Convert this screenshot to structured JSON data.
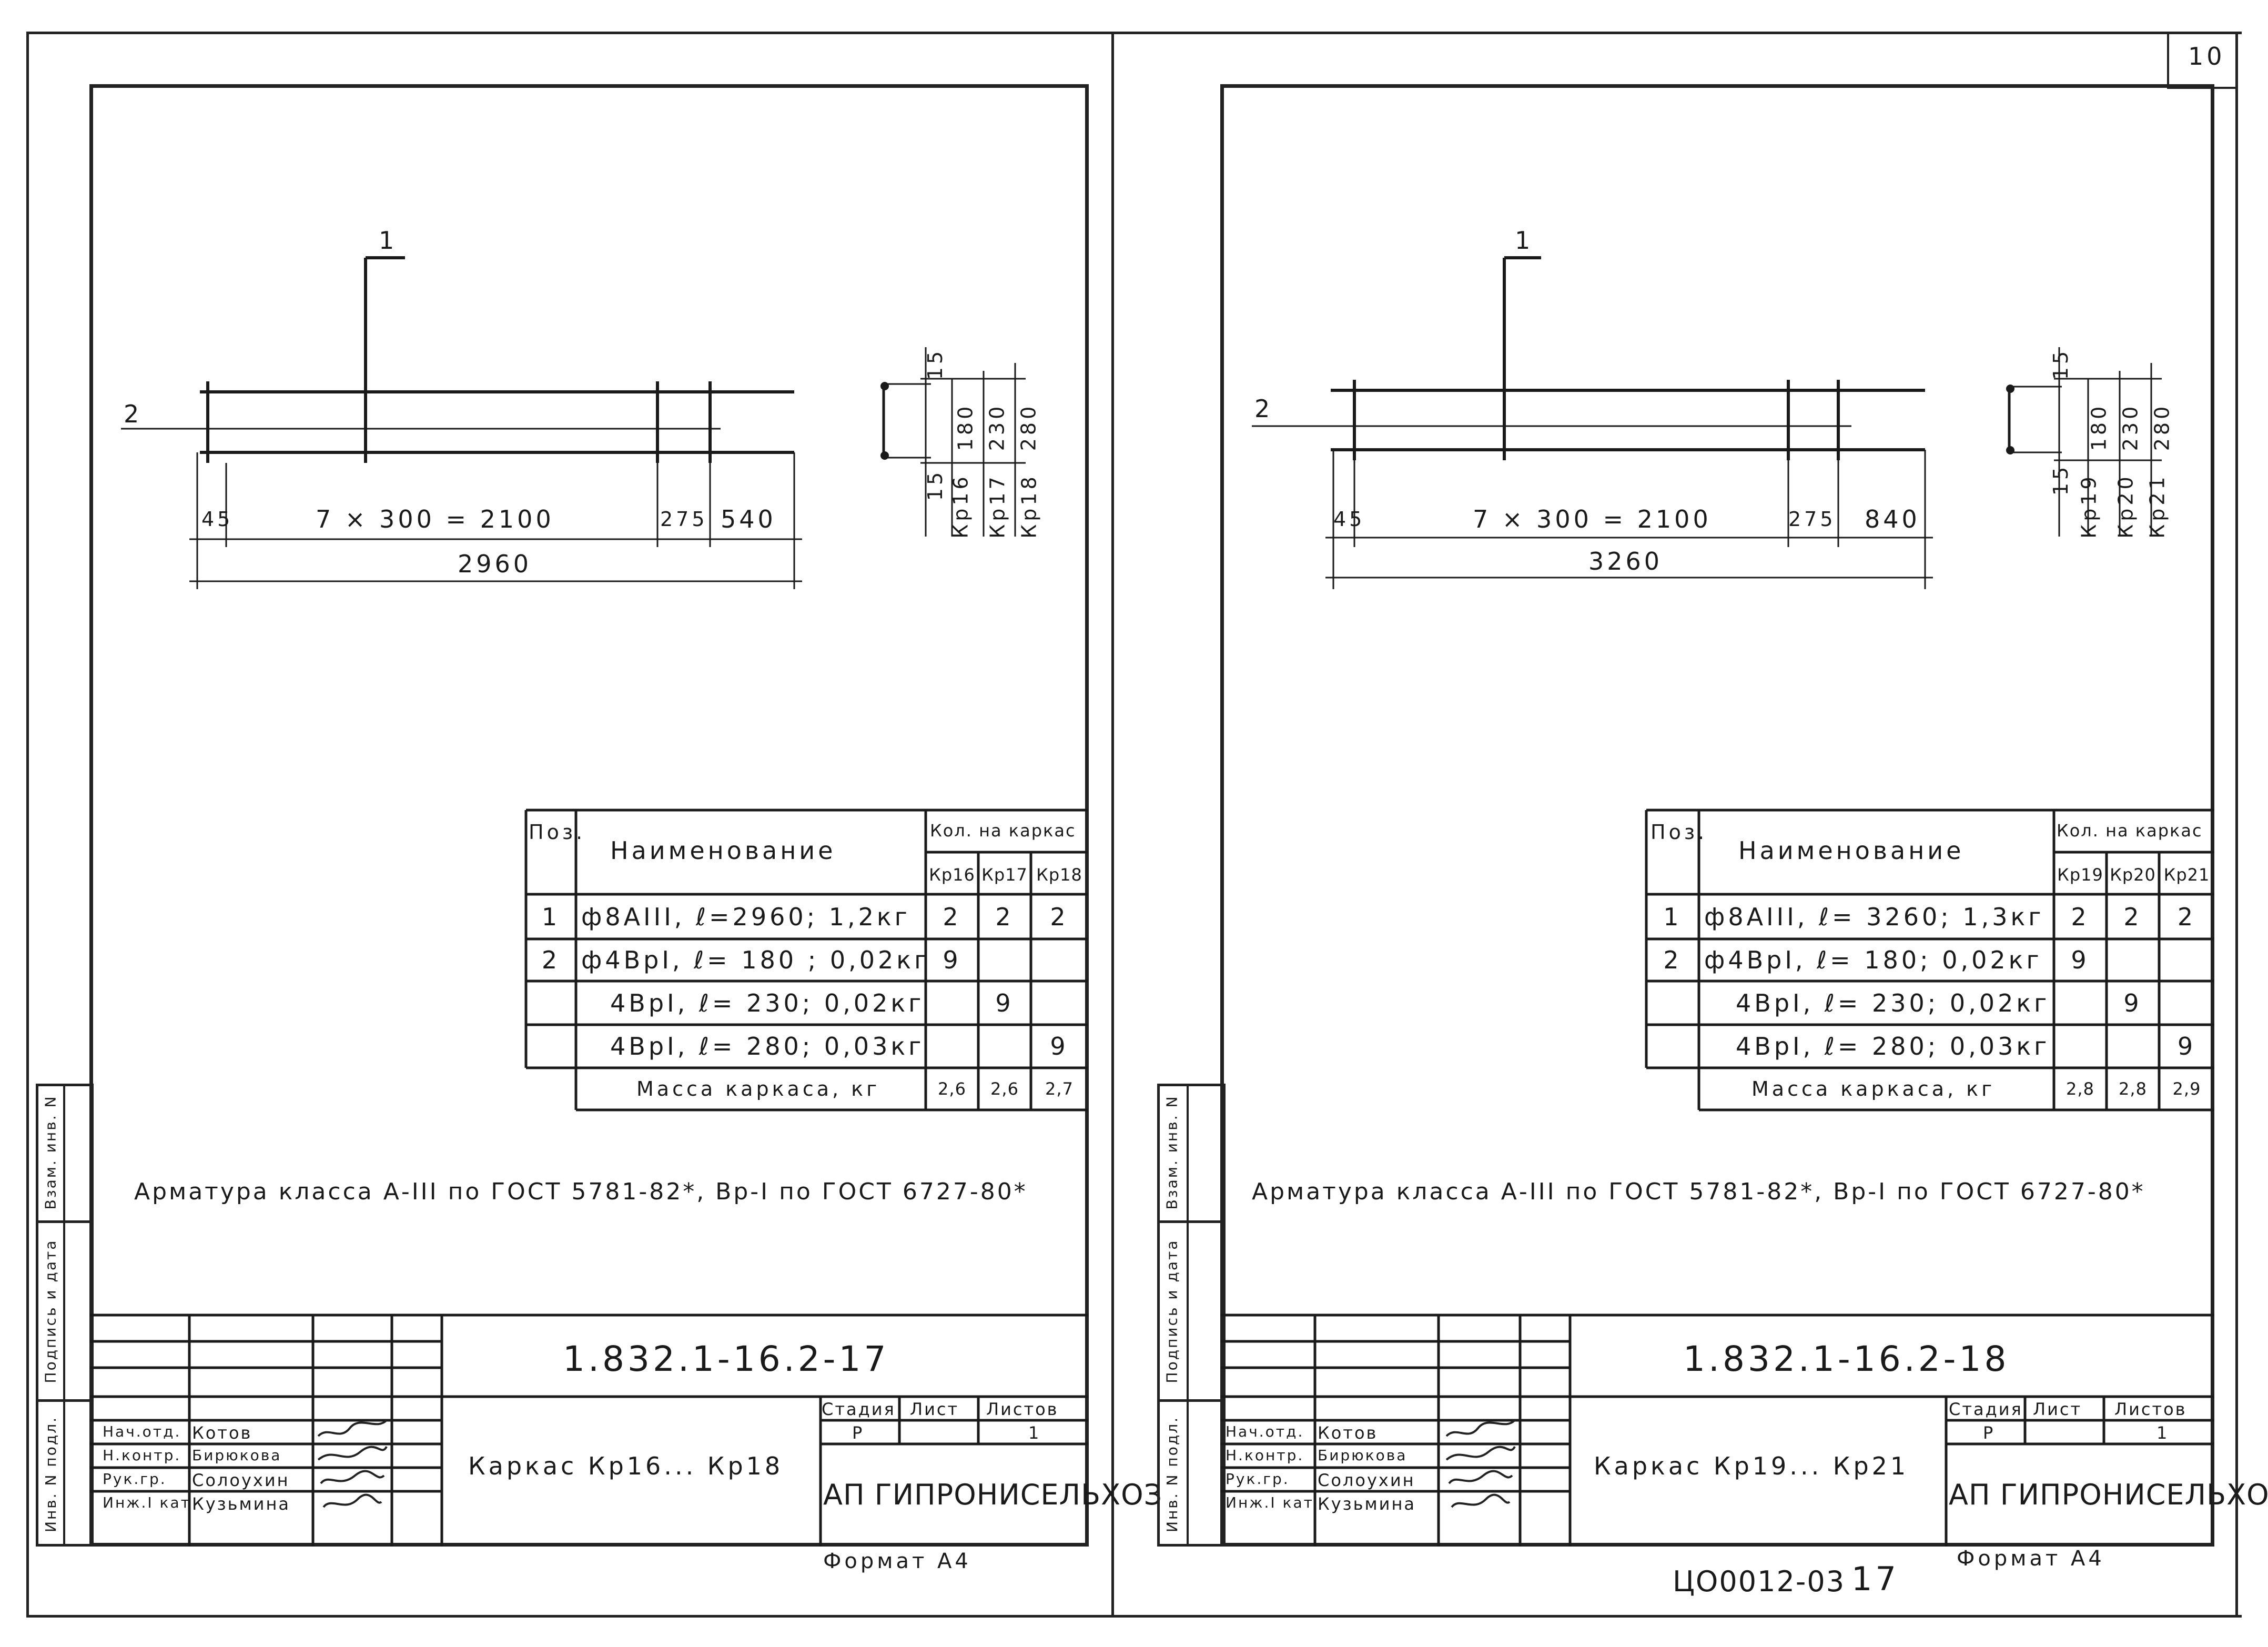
{
  "corner_number": "10",
  "bottom_code": "ЦО0012-03",
  "bottom_page": "17",
  "sheets": [
    {
      "id": "left",
      "drawing": {
        "pos1": "1",
        "pos2": "2",
        "dim_15_top": "15",
        "dim_15_bot": "15",
        "dim_a": "180",
        "dim_b": "230",
        "dim_c": "280",
        "sec_a": "Кр16",
        "sec_b": "Кр17",
        "sec_c": "Кр18",
        "dim_start": "45",
        "dim_span": "7 × 300 = 2100",
        "dim_275": "275",
        "dim_end": "540",
        "dim_total": "2960"
      },
      "spec": {
        "h_pos": "Поз.",
        "h_name": "Наименование",
        "h_qty": "Кол. на каркас",
        "cols": [
          "Кр16",
          "Кр17",
          "Кр18"
        ],
        "rows": [
          {
            "pos": "1",
            "name": "ф8АIII, ℓ=2960;  1,2кг",
            "q": [
              "2",
              "2",
              "2"
            ]
          },
          {
            "pos": "2",
            "name": "ф4ВрI, ℓ= 180 ; 0,02кг",
            "q": [
              "9",
              "",
              ""
            ]
          },
          {
            "pos": "",
            "name": "4ВрI, ℓ= 230;  0,02кг",
            "q": [
              "",
              "9",
              ""
            ]
          },
          {
            "pos": "",
            "name": "4ВрI, ℓ= 280;  0,03кг",
            "q": [
              "",
              "",
              "9"
            ]
          }
        ],
        "mass_label": "Масса каркаса, кг",
        "mass": [
          "2,6",
          "2,6",
          "2,7"
        ]
      },
      "note": "Арматура класса А-III по ГОСТ 5781-82*, Вр-I по ГОСТ 6727-80*",
      "side": {
        "vzam": "Взам. инв. N",
        "podp": "Подпись и дата",
        "inv": "Инв. N подл."
      },
      "stamp": {
        "code": "1.832.1-16.2-17",
        "title": "Каркас Кр16... Кр18",
        "stage_h": "Стадия",
        "sheet_h": "Лист",
        "sheets_h": "Листов",
        "stage": "Р",
        "sheets": "1",
        "org": "АП ГИПРОНИСЕЛЬХОЗ",
        "roles": [
          "Нач.отд.",
          "Н.контр.",
          "Рук.гр.",
          "Инж.I кат"
        ],
        "names": [
          "Котов",
          "Бирюкова",
          "Солоухин",
          "Кузьмина"
        ]
      },
      "format": "Формат А4"
    },
    {
      "id": "right",
      "drawing": {
        "pos1": "1",
        "pos2": "2",
        "dim_15_top": "15",
        "dim_15_bot": "15",
        "dim_a": "180",
        "dim_b": "230",
        "dim_c": "280",
        "sec_a": "Кр19",
        "sec_b": "Кр20",
        "sec_c": "Кр21",
        "dim_start": "45",
        "dim_span": "7 × 300 = 2100",
        "dim_275": "275",
        "dim_end": "840",
        "dim_total": "3260"
      },
      "spec": {
        "h_pos": "Поз.",
        "h_name": "Наименование",
        "h_qty": "Кол. на каркас",
        "cols": [
          "Кр19",
          "Кр20",
          "Кр21"
        ],
        "rows": [
          {
            "pos": "1",
            "name": "ф8АIII, ℓ= 3260;  1,3кг",
            "q": [
              "2",
              "2",
              "2"
            ]
          },
          {
            "pos": "2",
            "name": "ф4ВрI, ℓ= 180;  0,02кг",
            "q": [
              "9",
              "",
              ""
            ]
          },
          {
            "pos": "",
            "name": "4ВрI, ℓ= 230;  0,02кг",
            "q": [
              "",
              "9",
              ""
            ]
          },
          {
            "pos": "",
            "name": "4ВрI, ℓ= 280;  0,03кг",
            "q": [
              "",
              "",
              "9"
            ]
          }
        ],
        "mass_label": "Масса каркаса, кг",
        "mass": [
          "2,8",
          "2,8",
          "2,9"
        ]
      },
      "note": "Арматура класса А-III по ГОСТ 5781-82*, Вр-I по ГОСТ 6727-80*",
      "side": {
        "vzam": "Взам. инв. N",
        "podp": "Подпись и дата",
        "inv": "Инв. N подл."
      },
      "stamp": {
        "code": "1.832.1-16.2-18",
        "title": "Каркас Кр19... Кр21",
        "stage_h": "Стадия",
        "sheet_h": "Лист",
        "sheets_h": "Листов",
        "stage": "Р",
        "sheets": "1",
        "org": "АП ГИПРОНИСЕЛЬХОЗ",
        "roles": [
          "Нач.отд.",
          "Н.контр.",
          "Рук.гр.",
          "Инж.I кат"
        ],
        "names": [
          "Котов",
          "Бирюкова",
          "Солоухин",
          "Кузьмина"
        ]
      },
      "format": "Формат А4"
    }
  ]
}
